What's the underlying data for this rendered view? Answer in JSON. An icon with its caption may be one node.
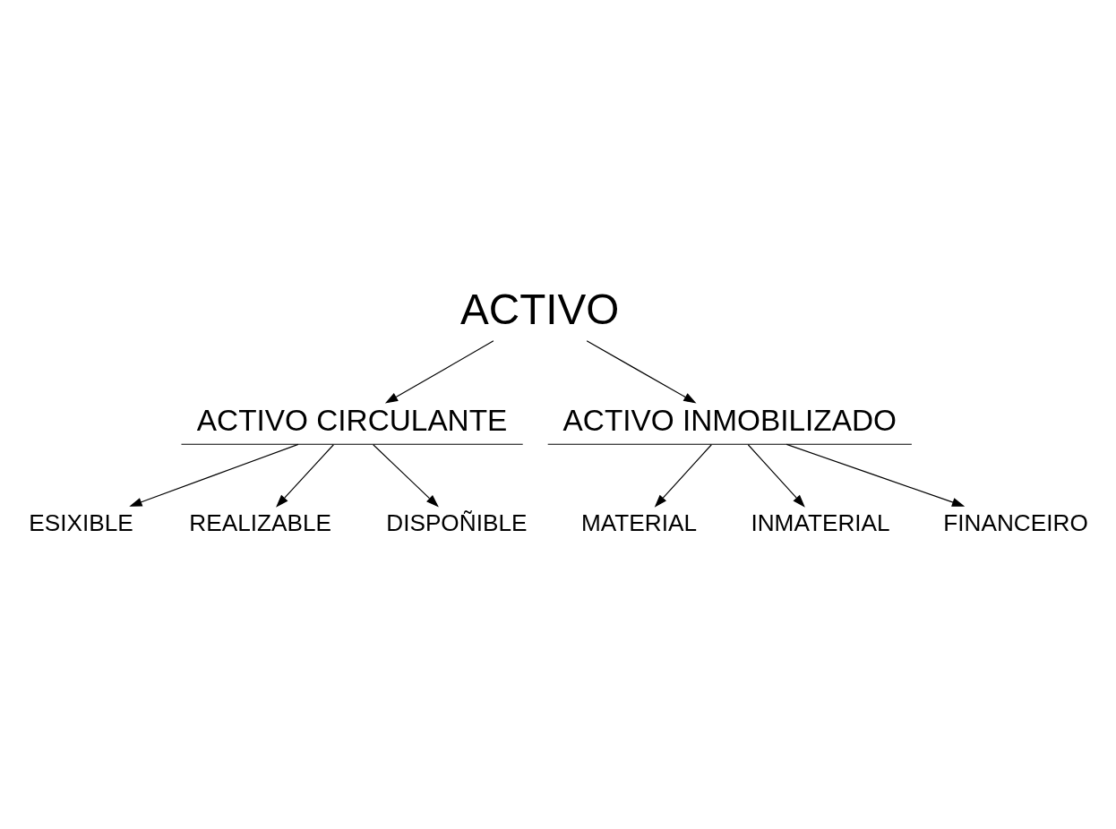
{
  "diagram": {
    "nodes": [
      {
        "text": [
          "ACTIVO"
        ]
      },
      {
        "text": [
          "ACTIVO CIRCULANTE"
        ]
      },
      {
        "text": [
          "ACTIVO INMOBILIZADO"
        ]
      },
      {
        "text": [
          "ESIXIBLE"
        ]
      },
      {
        "text": [
          "REALIZABLE"
        ]
      },
      {
        "text": [
          "DISPOÑIBLE"
        ]
      },
      {
        "text": [
          "MATERIAL"
        ]
      },
      {
        "text": [
          "INMATERIAL"
        ]
      },
      {
        "text": [
          "FINANCEIRO"
        ]
      }
    ],
    "edges": [
      {
        "from": 0,
        "to": 1,
        "arrow": "to"
      },
      {
        "from": 0,
        "to": 2,
        "arrow": "to"
      },
      {
        "from": 1,
        "to": 3,
        "arrow": "to"
      },
      {
        "from": 1,
        "to": 4,
        "arrow": "to"
      },
      {
        "from": 1,
        "to": 5,
        "arrow": "to"
      },
      {
        "from": 2,
        "to": 6,
        "arrow": "to"
      },
      {
        "from": 2,
        "to": 7,
        "arrow": "to"
      },
      {
        "from": 2,
        "to": 8,
        "arrow": "to"
      }
    ]
  }
}
